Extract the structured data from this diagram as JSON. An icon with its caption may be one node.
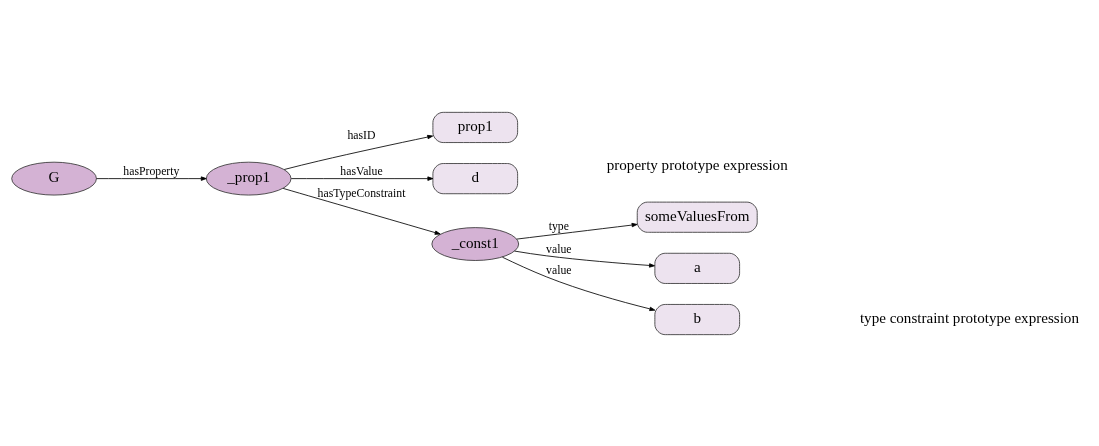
{
  "diagram": {
    "nodes": [
      {
        "text": [
          "G"
        ]
      },
      {
        "text": [
          "_prop1"
        ]
      },
      {
        "text": [
          "prop1"
        ]
      },
      {
        "text": [
          "d"
        ]
      },
      {
        "text": [
          "_const1"
        ]
      },
      {
        "text": [
          "someValuesFrom"
        ]
      },
      {
        "text": [
          "a"
        ]
      },
      {
        "text": [
          "b"
        ]
      }
    ],
    "edges": [
      {
        "from": 0,
        "to": 1,
        "arrow": "to",
        "label": "hasProperty"
      },
      {
        "from": 1,
        "to": 2,
        "arrow": "to",
        "label": "hasID"
      },
      {
        "from": 1,
        "to": 3,
        "arrow": "to",
        "label": "hasValue"
      },
      {
        "from": 1,
        "to": 4,
        "arrow": "to",
        "label": "hasTypeConstraint"
      },
      {
        "from": 4,
        "to": 5,
        "arrow": "to",
        "label": "type"
      },
      {
        "from": 4,
        "to": 6,
        "arrow": "to",
        "label": "value"
      },
      {
        "from": 4,
        "to": 7,
        "arrow": "to",
        "label": "value"
      }
    ],
    "labels": [
      "property prototype expression",
      "type constraint prototype expression"
    ]
  }
}
